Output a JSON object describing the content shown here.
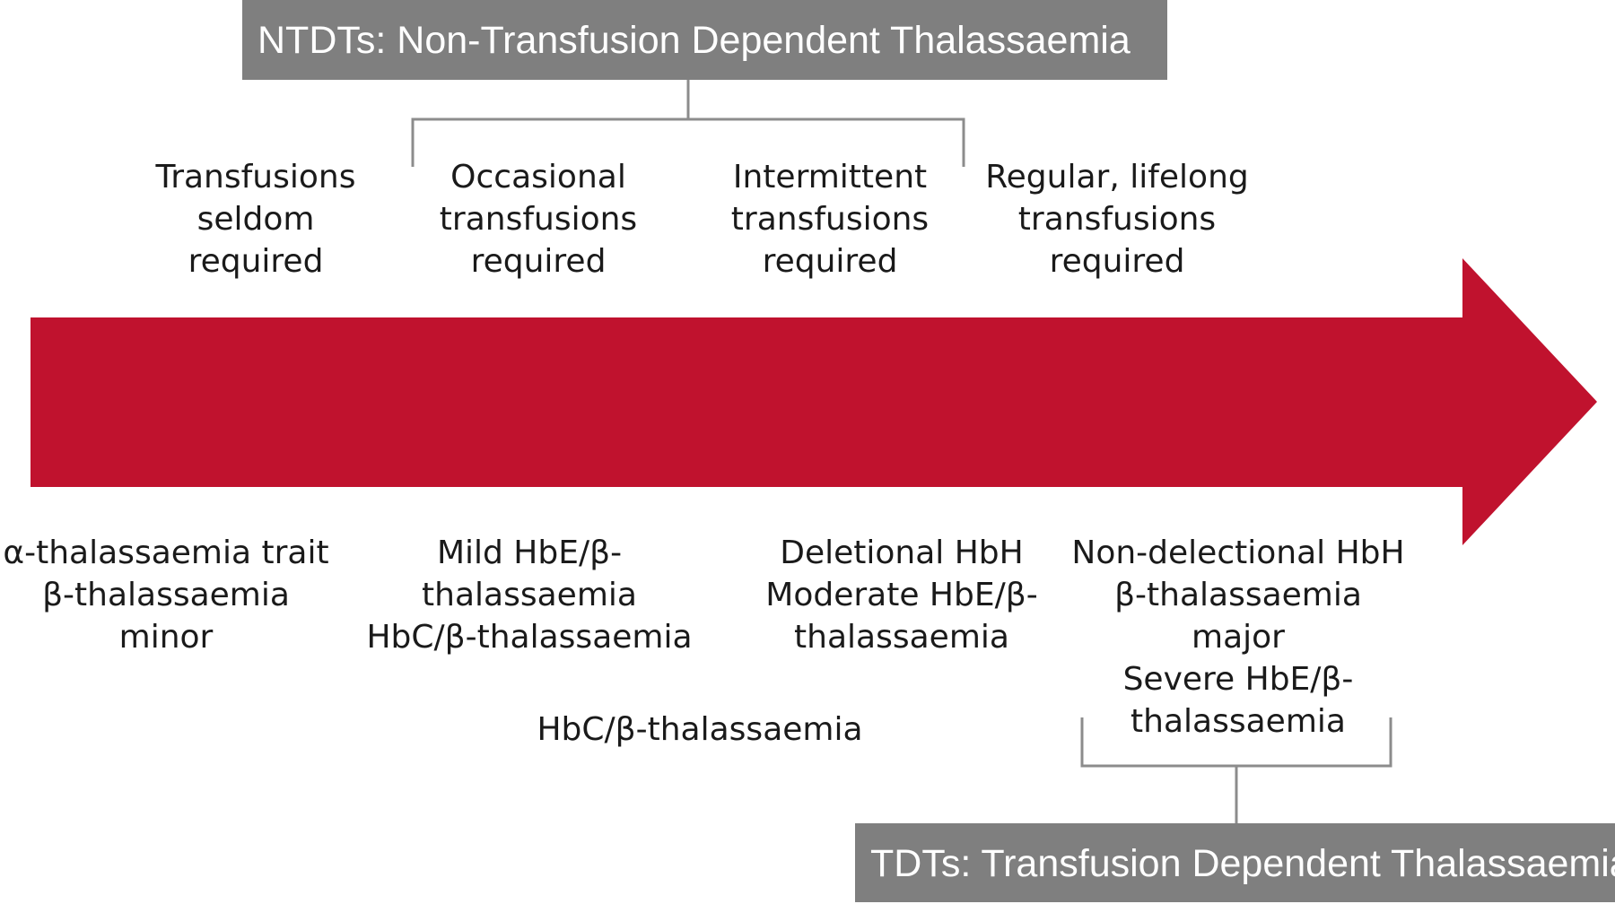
{
  "banners": {
    "ntdt": "NTDTs: Non-Transfusion Dependent Thalassaemia",
    "tdt": "TDTs: Transfusion Dependent Thalassaemia"
  },
  "transfusion_levels": [
    "Transfusions\nseldom\nrequired",
    "Occasional\ntransfusions\nrequired",
    "Intermittent\ntransfusions\nrequired",
    "Regular, lifelong\ntransfusions\nrequired"
  ],
  "conditions": [
    "α-thalassaemia trait\nβ-thalassaemia\nminor",
    "Mild HbE/β-\nthalassaemia\nHbC/β-thalassaemia",
    "Deletional HbH\nModerate HbE/β-\nthalassaemia",
    "Non-delectional HbH\nβ-thalassaemia\nmajor\nSevere HbE/β-\nthalassaemia",
    "HbC/β-thalassaemia"
  ],
  "colors": {
    "arrow": "#c0122e",
    "banner": "#7f7f7f",
    "bracket": "#8c8c8c"
  }
}
